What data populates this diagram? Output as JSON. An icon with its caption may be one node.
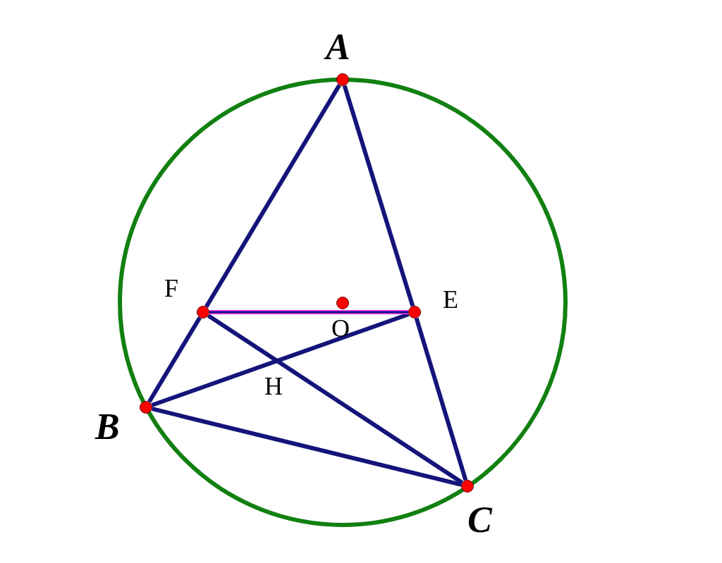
{
  "diagram": {
    "nodes": [
      {
        "text": [
          "A"
        ]
      },
      {
        "text": [
          "F"
        ]
      },
      {
        "text": [
          "E"
        ]
      },
      {
        "text": [
          "O"
        ]
      },
      {
        "text": [
          "B"
        ]
      },
      {
        "text": [
          "C"
        ]
      }
    ],
    "edges": [
      {
        "from": 0,
        "to": 1,
        "arrow": "none"
      },
      {
        "from": 1,
        "to": 4,
        "arrow": "none"
      },
      {
        "from": 0,
        "to": 2,
        "arrow": "none"
      },
      {
        "from": 2,
        "to": 5,
        "arrow": "none"
      },
      {
        "from": 4,
        "to": 5,
        "arrow": "none"
      },
      {
        "from": 4,
        "to": 2,
        "arrow": "none"
      },
      {
        "from": 1,
        "to": 5,
        "arrow": "none"
      },
      {
        "from": 1,
        "to": 2,
        "arrow": "none",
        "color": "#ff33ff"
      }
    ],
    "labels": [
      "H"
    ]
  }
}
